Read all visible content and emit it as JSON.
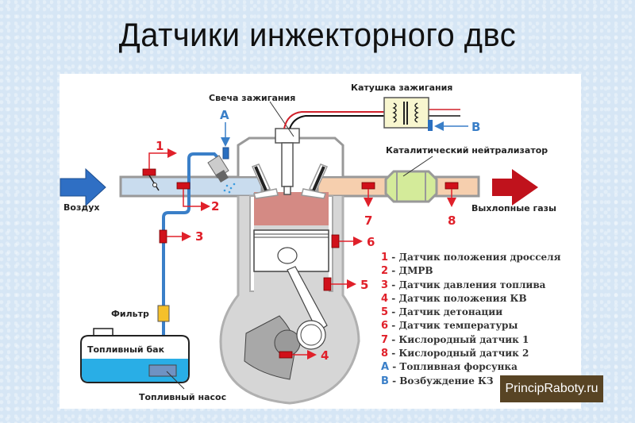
{
  "title": "Датчики инжекторного двс",
  "diagram": {
    "labels": {
      "air": "Воздух",
      "spark_plug": "Свеча зажигания",
      "ignition_coil": "Катушка зажигания",
      "catalytic_converter": "Каталитический нейтрализатор",
      "exhaust": "Выхлопные газы",
      "filter": "Фильтр",
      "fuel_tank": "Топливный бак",
      "fuel_pump": "Топливный насос"
    },
    "markers": {
      "m1": "1",
      "m2": "2",
      "m3": "3",
      "m4": "4",
      "m5": "5",
      "m6": "6",
      "m7": "7",
      "m8": "8",
      "mA": "A",
      "mB": "B"
    },
    "colors": {
      "sensor": "#e0202a",
      "fuel_line": "#3a7fc8",
      "intake": "#c9dcee",
      "exhaust_pipe": "#f6cfae",
      "combustion": "#d48a84",
      "catalyst": "#d4eb9a",
      "engine_body": "#d0d0d0",
      "filter": "#f5c02a",
      "fuel": "#29aee6"
    }
  },
  "legend": [
    {
      "key": "1",
      "text": "- Датчик положения дросселя",
      "color": "red"
    },
    {
      "key": "2",
      "text": "- ДМРВ",
      "color": "red"
    },
    {
      "key": "3",
      "text": "- Датчик давления топлива",
      "color": "red"
    },
    {
      "key": "4",
      "text": "- Датчик положения КВ",
      "color": "red"
    },
    {
      "key": "5",
      "text": "- Датчик детонации",
      "color": "red"
    },
    {
      "key": "6",
      "text": "- Датчик температуры",
      "color": "red"
    },
    {
      "key": "7",
      "text": "- Кислородный датчик 1",
      "color": "red"
    },
    {
      "key": "8",
      "text": "- Кислородный датчик 2",
      "color": "red"
    },
    {
      "key": "A",
      "text": "- Топливная форсунка",
      "color": "blue"
    },
    {
      "key": "B",
      "text": "- Возбуждение КЗ",
      "color": "blue"
    }
  ],
  "watermark": "PrincipRaboty.ru"
}
